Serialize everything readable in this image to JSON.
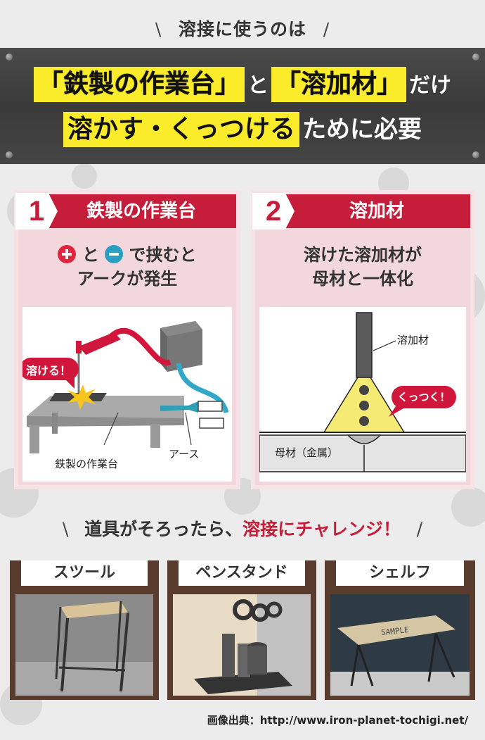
{
  "heading": {
    "top": "溶接に使うのは",
    "banner_line1_a": "「鉄製の作業台」",
    "banner_line1_b": "と",
    "banner_line1_c": "「溶加材」",
    "banner_line1_d": "だけ",
    "banner_line2_a": "溶かす・くっつける",
    "banner_line2_b": "ために必要"
  },
  "panel1": {
    "number": "1",
    "title": "鉄製の作業台",
    "text_a": "と",
    "text_b": "で挟むと",
    "text_line2": "アークが発生",
    "callout": "溶ける！",
    "label_table": "鉄製の作業台",
    "label_earth": "アース"
  },
  "panel2": {
    "number": "2",
    "title": "溶加材",
    "text_line1": "溶けた溶加材が",
    "text_line2": "母材と一体化",
    "label_filler": "溶加材",
    "callout": "くっつく！",
    "label_base": "母材（金属）"
  },
  "middle": {
    "heading_a": "道具がそろったら、",
    "heading_b": "溶接にチャレンジ！"
  },
  "products": [
    {
      "label": "スツール"
    },
    {
      "label": "ペンスタンド"
    },
    {
      "label": "シェルフ",
      "photo_text": "SAMPLE"
    }
  ],
  "credit": "画像出典：http://www.iron-planet-tochigi.net/",
  "colors": {
    "accent_red": "#c61d3a",
    "highlight_yellow": "#fbec2b",
    "minus_blue": "#2a9fc4",
    "card_brown": "#5a3c2e"
  }
}
